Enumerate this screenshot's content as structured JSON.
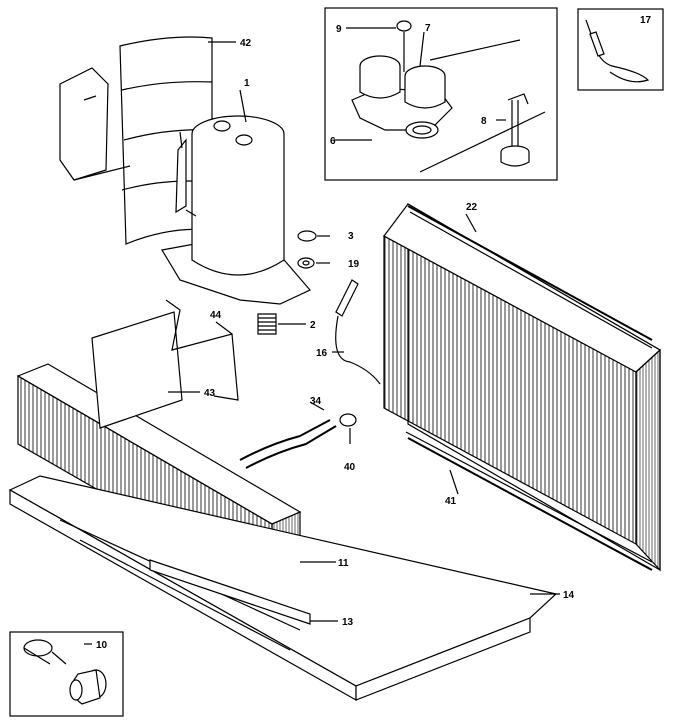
{
  "labels": {
    "p1": "1",
    "p2": "2",
    "p3": "3",
    "p6": "6",
    "p7": "7",
    "p8": "8",
    "p9": "9",
    "p10": "10",
    "p11": "11",
    "p13": "13",
    "p14": "14",
    "p16": "16",
    "p17": "17",
    "p19": "19",
    "p22": "22",
    "p34": "34",
    "p40": "40",
    "p41": "41",
    "p42": "42",
    "p43": "43",
    "p44": "44"
  }
}
